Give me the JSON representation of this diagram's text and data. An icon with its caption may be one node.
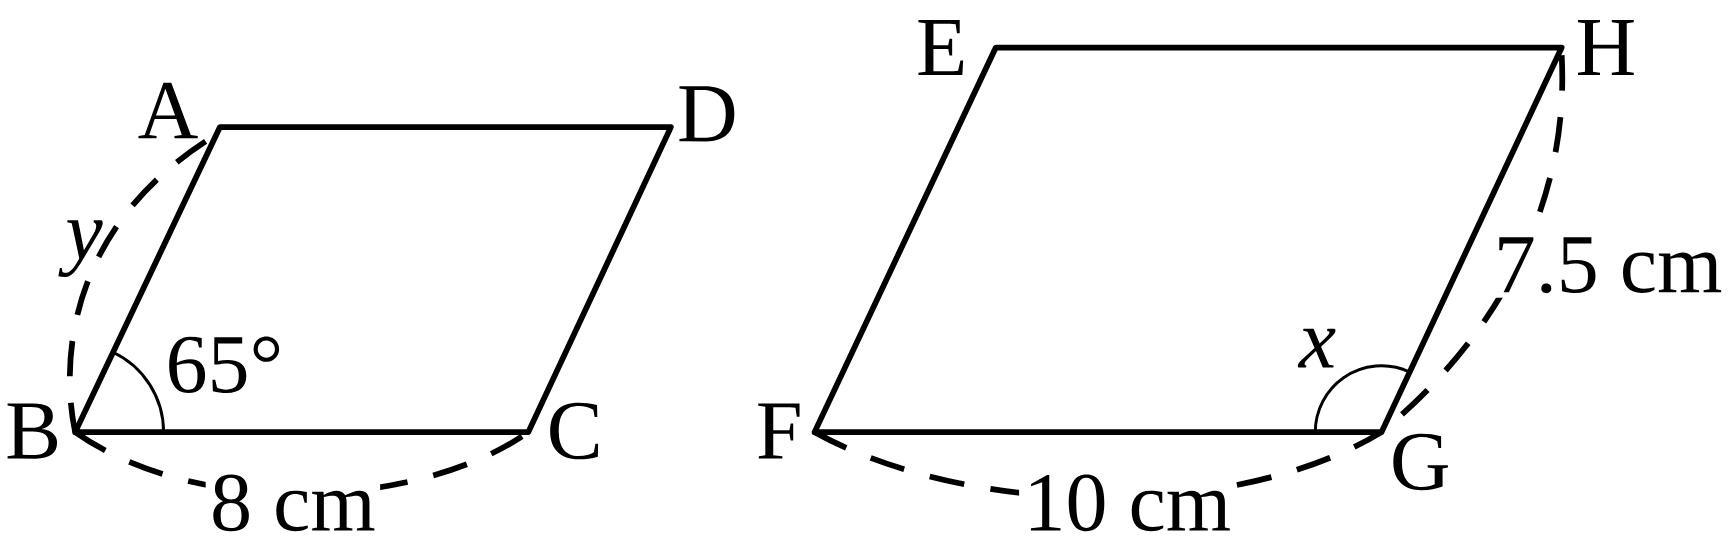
{
  "diagram": {
    "labels": [
      "A",
      "D",
      "y",
      "65°",
      "B",
      "C",
      "8 cm",
      "E",
      "H",
      "7.5 cm",
      "x",
      "F",
      "G",
      "10 cm"
    ]
  }
}
